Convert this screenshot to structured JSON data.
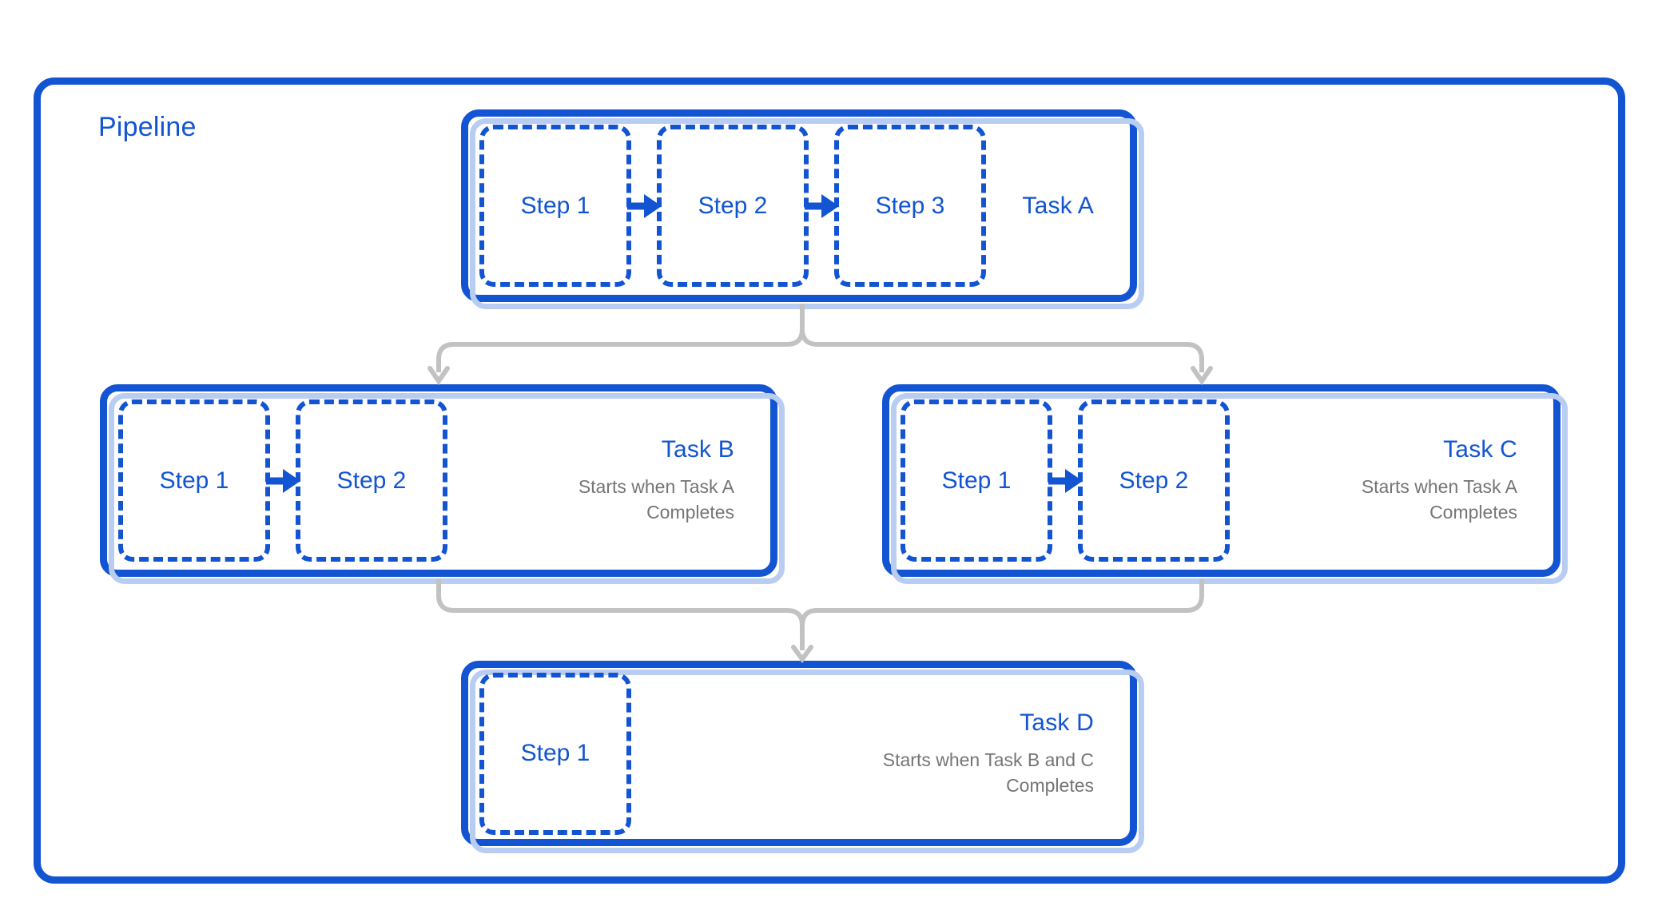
{
  "diagram": {
    "container_label": "Pipeline",
    "colors": {
      "primary_blue": "#1254d1",
      "light_blue_accent": "#b9cdf2",
      "subtitle_gray": "#757575",
      "connector_gray": "#c2c2c2"
    },
    "tasks": [
      {
        "id": "task-a",
        "title": "Task A",
        "subtitle_lines": [],
        "steps": [
          "Step 1",
          "Step 2",
          "Step 3"
        ]
      },
      {
        "id": "task-b",
        "title": "Task B",
        "subtitle_lines": [
          "Starts when Task A",
          "Completes"
        ],
        "steps": [
          "Step 1",
          "Step 2"
        ]
      },
      {
        "id": "task-c",
        "title": "Task C",
        "subtitle_lines": [
          "Starts when Task A",
          "Completes"
        ],
        "steps": [
          "Step 1",
          "Step 2"
        ]
      },
      {
        "id": "task-d",
        "title": "Task D",
        "subtitle_lines": [
          "Starts when Task B and C",
          "Completes"
        ],
        "steps": [
          "Step 1"
        ]
      }
    ],
    "connections": [
      {
        "from": "Task A",
        "to": "Task B"
      },
      {
        "from": "Task A",
        "to": "Task C"
      },
      {
        "from": "Task B",
        "to": "Task D"
      },
      {
        "from": "Task C",
        "to": "Task D"
      }
    ]
  }
}
